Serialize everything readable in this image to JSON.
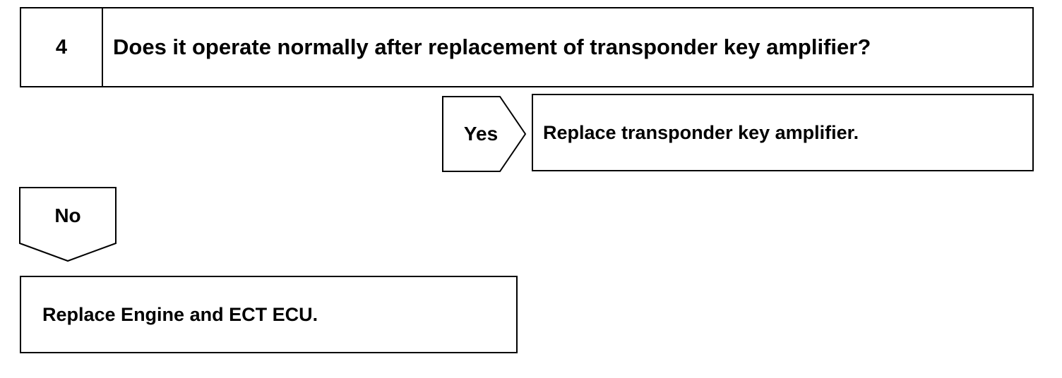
{
  "step": {
    "number": "4",
    "question": "Does it operate normally after replacement of transponder key amplifier?"
  },
  "yes_branch": {
    "label": "Yes",
    "action": "Replace transponder key amplifier."
  },
  "no_branch": {
    "label": "No",
    "action": "Replace Engine and ECT ECU."
  }
}
